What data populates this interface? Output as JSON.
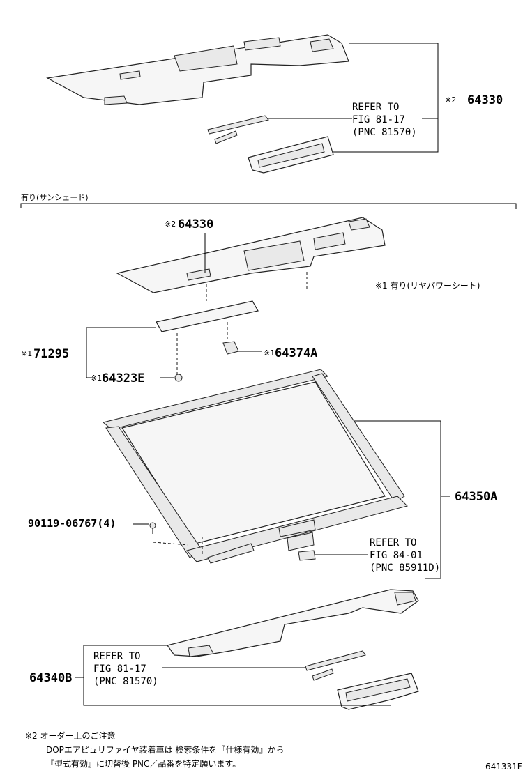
{
  "top": {
    "part_no": "64330",
    "mark": "※2",
    "refer": [
      "REFER TO",
      "FIG 81-17",
      "(PNC 81570)"
    ]
  },
  "section": {
    "caption": "有り(サンシェード)",
    "panel": {
      "mark": "※2",
      "part_no": "64330"
    },
    "note_rear_seat": "※1 有り(リヤパワーシート)",
    "p71295": {
      "mark": "※1",
      "part_no": "71295"
    },
    "p64374A": {
      "mark": "※1",
      "part_no": "64374A"
    },
    "p64323E": {
      "mark": "※1",
      "part_no": "64323E"
    },
    "p64350A": "64350A",
    "bolt": "90119-06767(4)",
    "refer": [
      "REFER TO",
      "FIG 84-01",
      "(PNC 85911D)"
    ]
  },
  "bottom": {
    "part_no": "64340B",
    "refer": [
      "REFER TO",
      "FIG 81-17",
      "(PNC 81570)"
    ]
  },
  "footnote": {
    "line1": "※2 オーダー上のご注意",
    "line2": "DOPエアピュリファイヤ装着車は 検索条件を『仕様有効』から",
    "line3": "『型式有効』に切替後 PNC／品番を特定願います。"
  },
  "figure_id": "641331F"
}
